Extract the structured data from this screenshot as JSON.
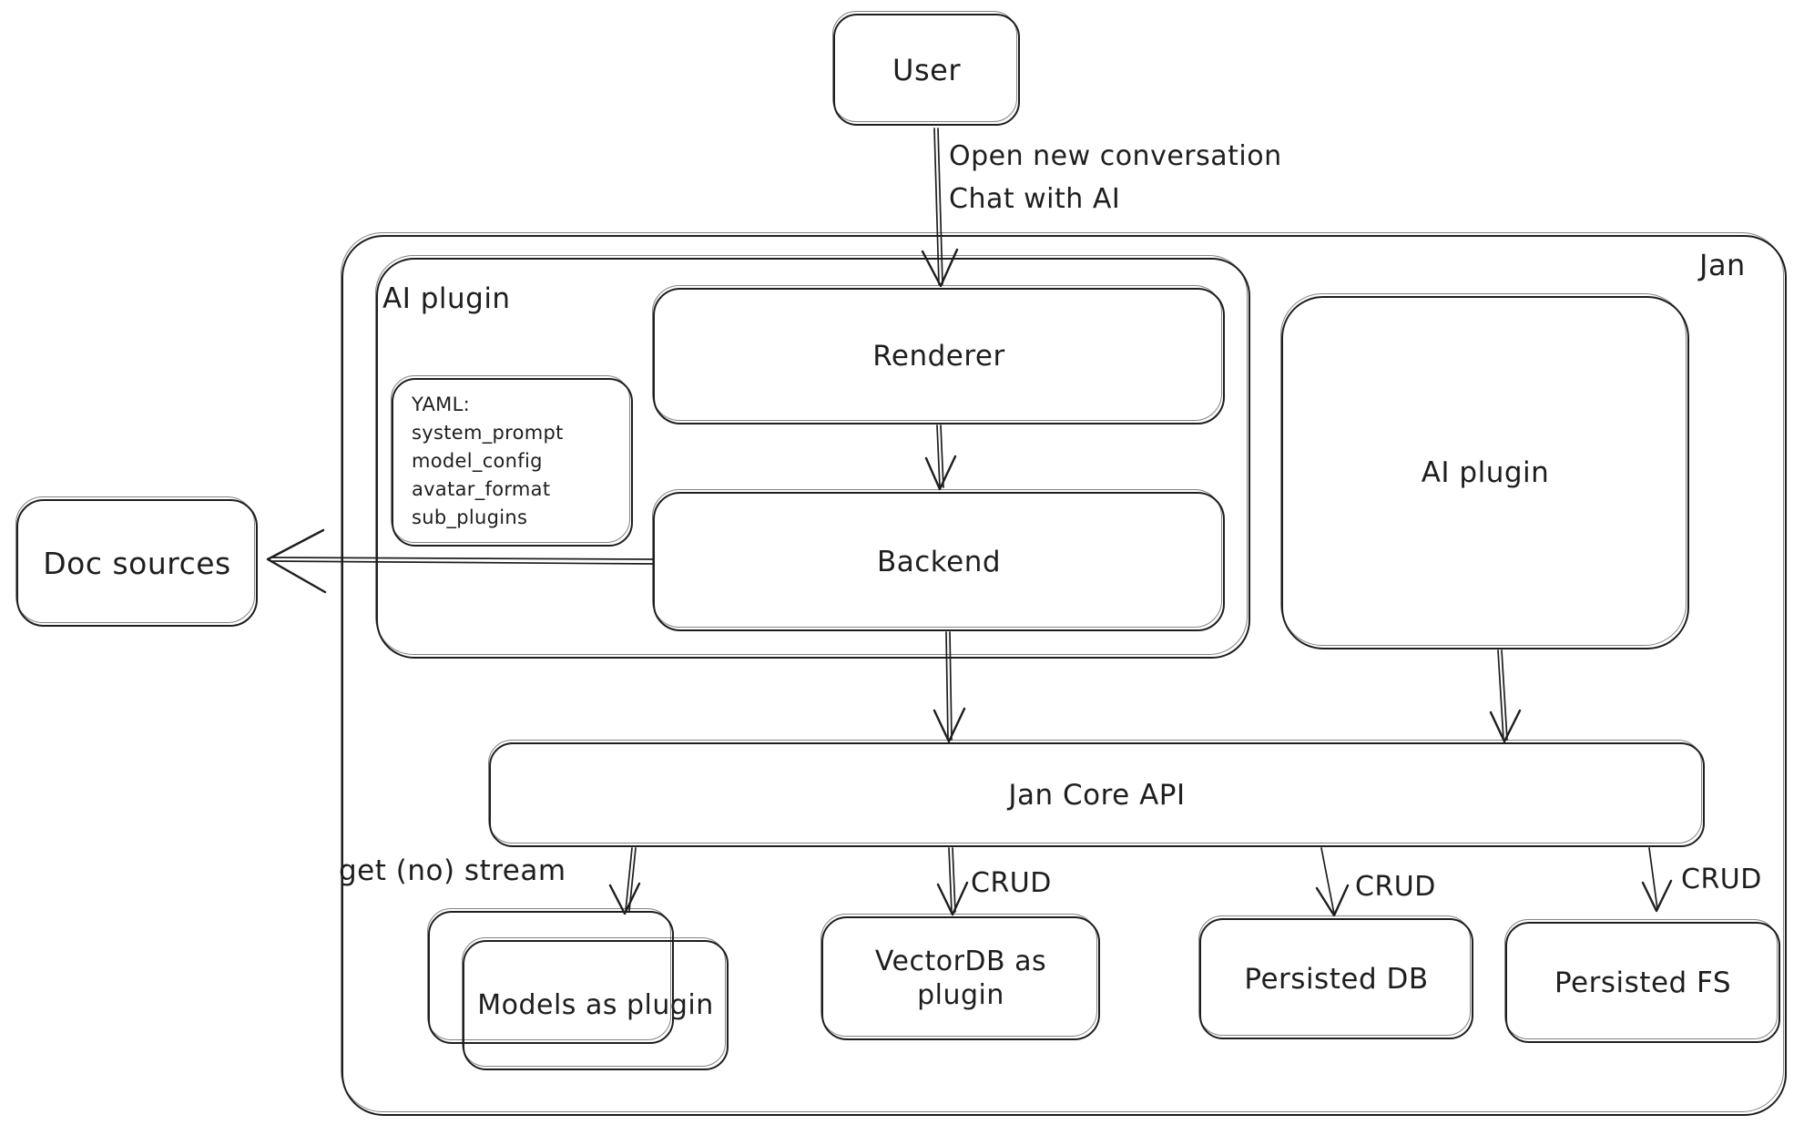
{
  "diagram": {
    "user_box": "User",
    "outer": {
      "label": "Jan"
    },
    "ai_plugin_left": {
      "label": "AI plugin"
    },
    "yaml_note": {
      "lines": [
        "YAML:",
        "system_prompt",
        "model_config",
        "avatar_format",
        "sub_plugins"
      ]
    },
    "renderer": "Renderer",
    "backend": "Backend",
    "ai_plugin_right": "AI plugin",
    "doc_sources": "Doc sources",
    "core_api": "Jan Core API",
    "models_plugin": "Models as plugin",
    "vectordb_plugin": "VectorDB as plugin",
    "persisted_db": "Persisted DB",
    "persisted_fs": "Persisted FS",
    "edge_labels": {
      "open_conversation_line1": "Open new conversation",
      "open_conversation_line2": "Chat with AI",
      "get_stream": "get (no) stream",
      "crud_vectordb": "CRUD",
      "crud_persisted_db": "CRUD",
      "crud_persisted_fs": "CRUD"
    }
  },
  "colors": {
    "stroke": "#1e1e1e",
    "background": "#ffffff"
  }
}
